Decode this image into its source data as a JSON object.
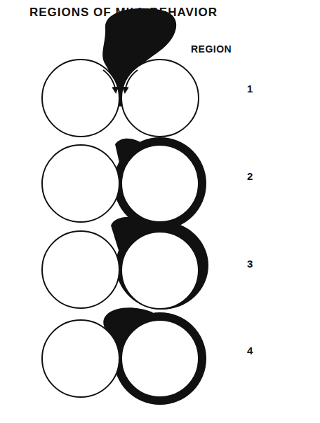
{
  "diagram": {
    "title": "REGIONS OF MILL BEHAVIOR",
    "labels": [
      "REGION",
      "1",
      "2",
      "3",
      "4"
    ]
  }
}
